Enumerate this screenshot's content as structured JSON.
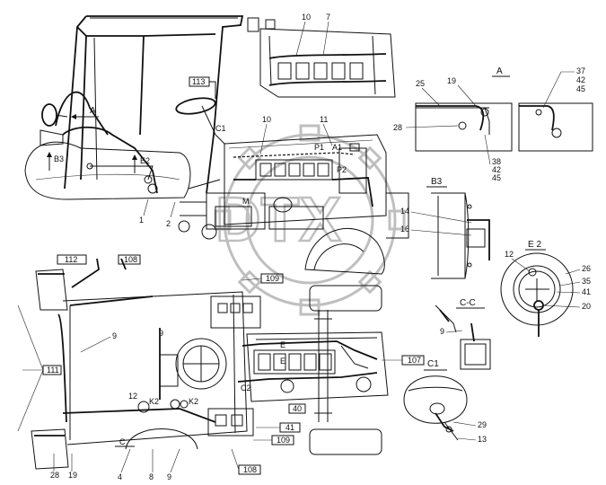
{
  "top_view": {
    "view_A_marker": "A",
    "view_B3_marker": "B3",
    "view_E2_marker": "E2",
    "callout_113": "113",
    "cab_label": "C1",
    "label_P1": "P1",
    "label_A1": "A1",
    "label_P2": "P2",
    "label_M": "M",
    "numbers": {
      "n1": "1",
      "n2": "2",
      "n10a": "10",
      "n7": "7",
      "n10b": "10",
      "n11": "11"
    }
  },
  "section_A": {
    "title": "A",
    "numbers": {
      "n25": "25",
      "n19": "19",
      "n28": "28",
      "n37": "37",
      "n42a": "42",
      "n45a": "45",
      "n38": "38",
      "n42b": "42",
      "n45b": "45"
    }
  },
  "section_B3": {
    "title": "B3",
    "numbers": {
      "n14": "14",
      "n16": "16"
    }
  },
  "section_E2": {
    "title": "E 2",
    "numbers": {
      "n12": "12",
      "n26": "26",
      "n35": "35",
      "n41": "41",
      "n20": "20"
    }
  },
  "section_CC": {
    "title": "C-C",
    "numbers": {
      "n9": "9"
    }
  },
  "section_C1": {
    "title": "C1",
    "numbers": {
      "n29": "29",
      "n13": "13"
    }
  },
  "plan_view": {
    "callouts": {
      "c112": "112",
      "c108a": "108",
      "c109a": "109",
      "c111": "111",
      "c107": "107",
      "c40": "40",
      "c41": "41",
      "c109b": "109",
      "c108b": "108"
    },
    "labels": {
      "E_a": "E",
      "E_b": "E",
      "K2a": "K2",
      "K2b": "K2",
      "C2": "C2",
      "C_cut": "C"
    },
    "numbers": {
      "n9a": "9",
      "n9b": "9",
      "n12": "12",
      "n28": "28",
      "n19": "19",
      "n4": "4",
      "n8": "8",
      "n9c": "9"
    }
  }
}
